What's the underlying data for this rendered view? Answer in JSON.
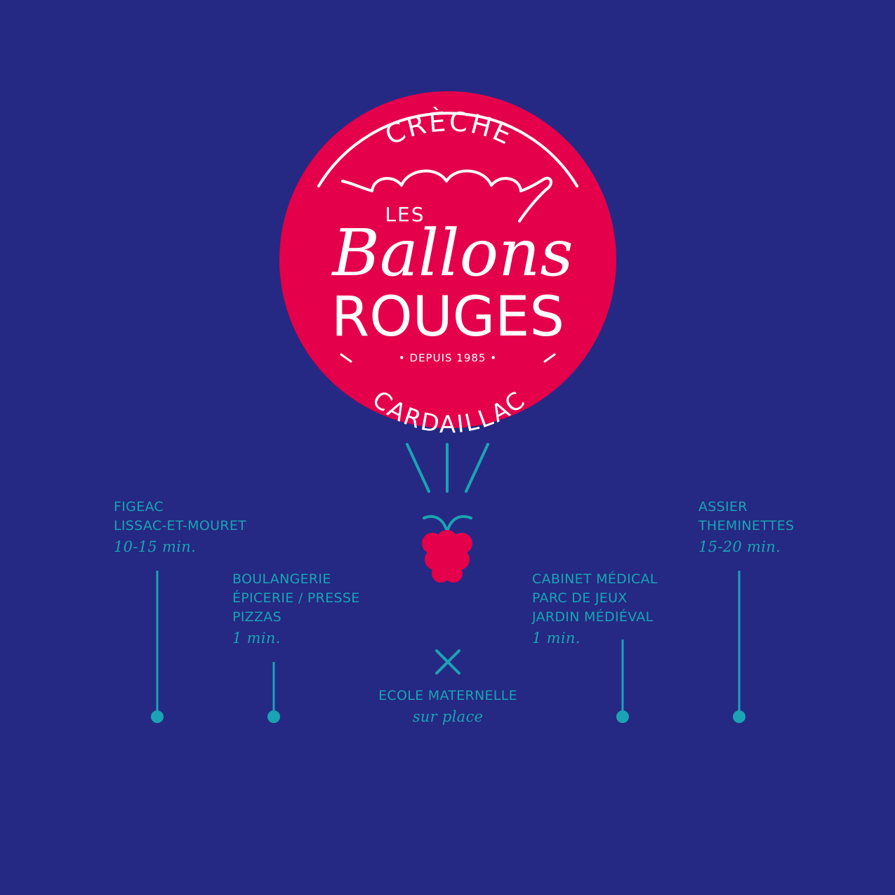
{
  "colors": {
    "background": "#252983",
    "badge": "#e4004b",
    "teal": "#1ba3b5",
    "text_on_badge": "#ffffff"
  },
  "logo": {
    "top": "CRÈCHE",
    "les": "LES",
    "script": "Ballons",
    "bold": "ROUGES",
    "since": "• DEPUIS 1985 •",
    "bottom": "CARDAILLAC"
  },
  "central_icon": "raspberry-icon",
  "destinations": [
    {
      "lines": [
        "FIGEAC",
        "LISSAC-ET-MOURET"
      ],
      "time": "10-15 min."
    },
    {
      "lines": [
        "BOULANGERIE",
        "ÉPICERIE / PRESSE",
        "PIZZAS"
      ],
      "time": "1 min."
    },
    {
      "lines": [
        "ECOLE MATERNELLE"
      ],
      "time": "sur place"
    },
    {
      "lines": [
        "CABINET MÉDICAL",
        "PARC DE JEUX",
        "JARDIN MÉDIÉVAL"
      ],
      "time": "1 min."
    },
    {
      "lines": [
        "ASSIER",
        "THEMINETTES"
      ],
      "time": "15-20 min."
    }
  ]
}
